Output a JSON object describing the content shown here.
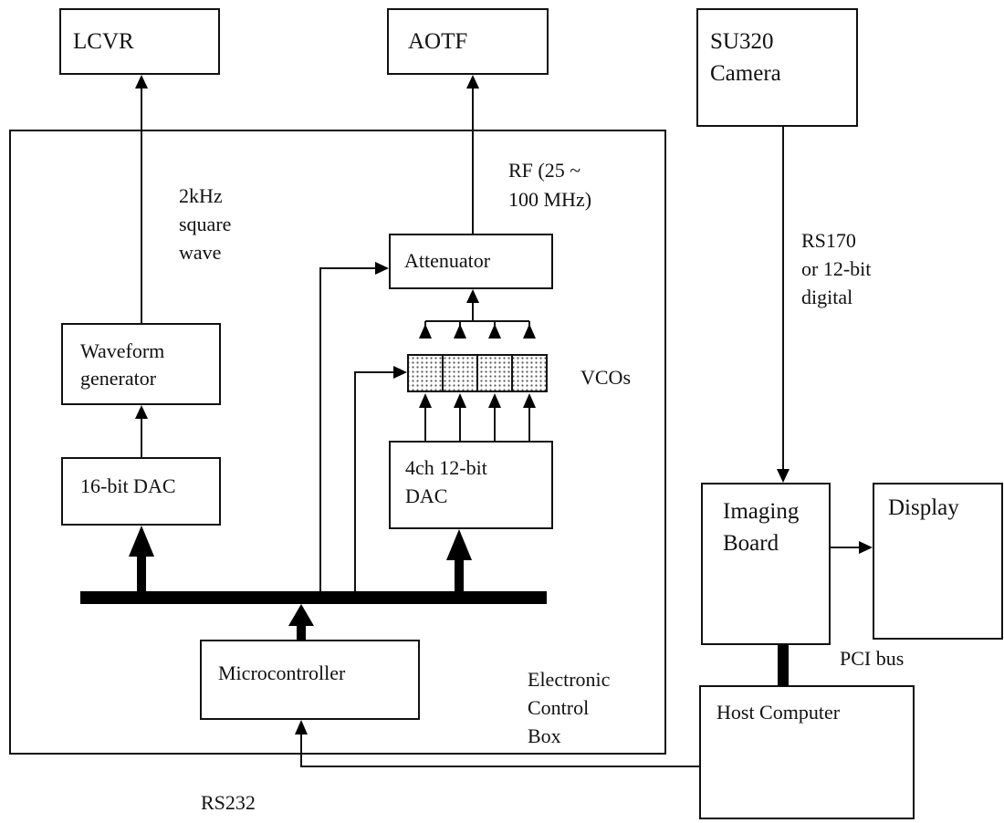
{
  "colors": {
    "ink": "#111111",
    "background": "#ffffff",
    "vco_dot": "#555555"
  },
  "blocks": {
    "lcvr": "LCVR",
    "aotf": "AOTF",
    "camera": [
      "SU320",
      "Camera"
    ],
    "waveform": [
      "Waveform",
      "generator"
    ],
    "dac16": "16-bit DAC",
    "attenuator": "Attenuator",
    "dac4": [
      "4ch 12-bit",
      "DAC"
    ],
    "micro": "Microcontroller",
    "imaging": [
      "Imaging",
      "Board"
    ],
    "display": "Display",
    "host": "Host Computer"
  },
  "labels": {
    "square_wave": [
      "2kHz",
      "square",
      "wave"
    ],
    "rf": [
      "RF (25 ~",
      "100 MHz)"
    ],
    "vcos": "VCOs",
    "camera_signal": [
      "RS170",
      "or 12-bit",
      "digital"
    ],
    "control_box": [
      "Electronic",
      "Control",
      "Box"
    ],
    "pci": "PCI bus",
    "rs232": "RS232"
  }
}
